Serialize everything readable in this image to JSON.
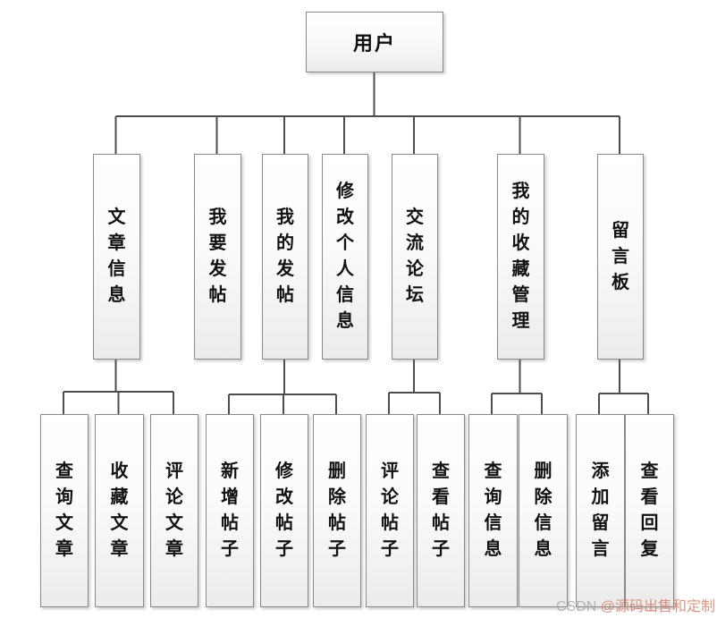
{
  "diagram": {
    "type": "tree",
    "root": {
      "label": "用户",
      "children": [
        {
          "label": "文章信息",
          "children": [
            {
              "label": "查询文章"
            },
            {
              "label": "收藏文章"
            },
            {
              "label": "评论文章"
            }
          ]
        },
        {
          "label": "我要发帖",
          "children": []
        },
        {
          "label": "我的发帖",
          "children": [
            {
              "label": "新增帖子"
            },
            {
              "label": "修改帖子"
            },
            {
              "label": "删除帖子"
            }
          ]
        },
        {
          "label": "修改个人信息",
          "children": []
        },
        {
          "label": "交流论坛",
          "children": [
            {
              "label": "评论帖子"
            },
            {
              "label": "查看帖子"
            }
          ]
        },
        {
          "label": "我的收藏管理",
          "children": [
            {
              "label": "查询信息"
            },
            {
              "label": "删除信息"
            }
          ]
        },
        {
          "label": "留言板",
          "children": [
            {
              "label": "添加留言"
            },
            {
              "label": "查看回复"
            }
          ]
        }
      ]
    },
    "colors": {
      "connector": "#4d4d4d",
      "box_border": "#8a8a8a",
      "box_fill_top": "#ffffff",
      "box_fill_bottom": "#ebebeb",
      "text": "#111111"
    }
  },
  "watermark": {
    "brand": "CSDN ",
    "handle": "@源码出售和定制"
  }
}
